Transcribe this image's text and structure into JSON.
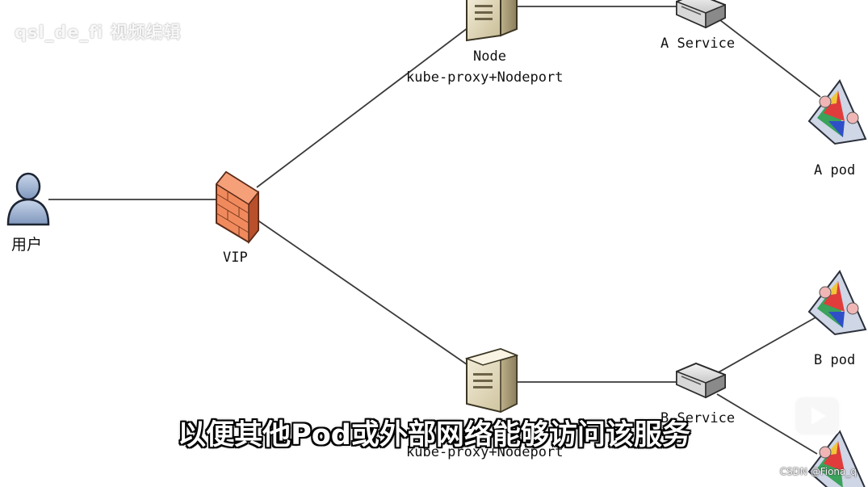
{
  "watermark": "qsl_de_fi 视频编辑",
  "nodes": {
    "user": "用户",
    "vip": "VIP",
    "node_a_title": "Node",
    "node_a_sub": "kube-proxy+Nodeport",
    "service_a": "A Service",
    "pod_a": "A pod",
    "pod_b": "B pod",
    "service_b": "B Service",
    "node_b_sub": "kube-proxy+Nodeport"
  },
  "subtitle": "以便其他Pod或外部网络能够访问该服务",
  "credit": "CSDN @Fiona_q",
  "colors": {
    "line": "#3a3a3a",
    "firewall": "#e8724a",
    "pod_accent": "#d23a3a"
  }
}
